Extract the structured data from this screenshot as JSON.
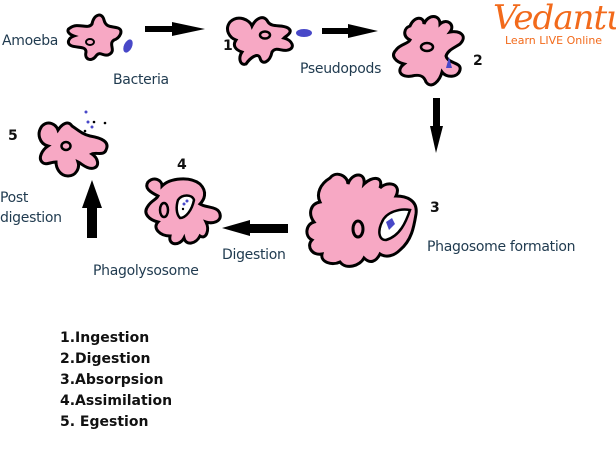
{
  "brand": {
    "name": "Vedantu",
    "tagline": "Learn LIVE Online",
    "color": "#f26a1b"
  },
  "colors": {
    "cell_fill": "#f7a8c4",
    "outline": "#000000",
    "bacteria": "#4848c8"
  },
  "labels": {
    "amoeba": "Amoeba",
    "bacteria": "Bacteria",
    "pseudopods": "Pseudopods",
    "phagosome_formation": "Phagosome formation",
    "digestion": "Digestion",
    "phagolysosome": "Phagolysosome",
    "post_digestion_line1": "Post",
    "post_digestion_line2": "digestion"
  },
  "stage_numbers": [
    "1",
    "2",
    "3",
    "4",
    "5"
  ],
  "steps": [
    "1.Ingestion",
    "2.Digestion",
    "3.Absorpsion",
    "4.Assimilation",
    "5. Egestion"
  ]
}
